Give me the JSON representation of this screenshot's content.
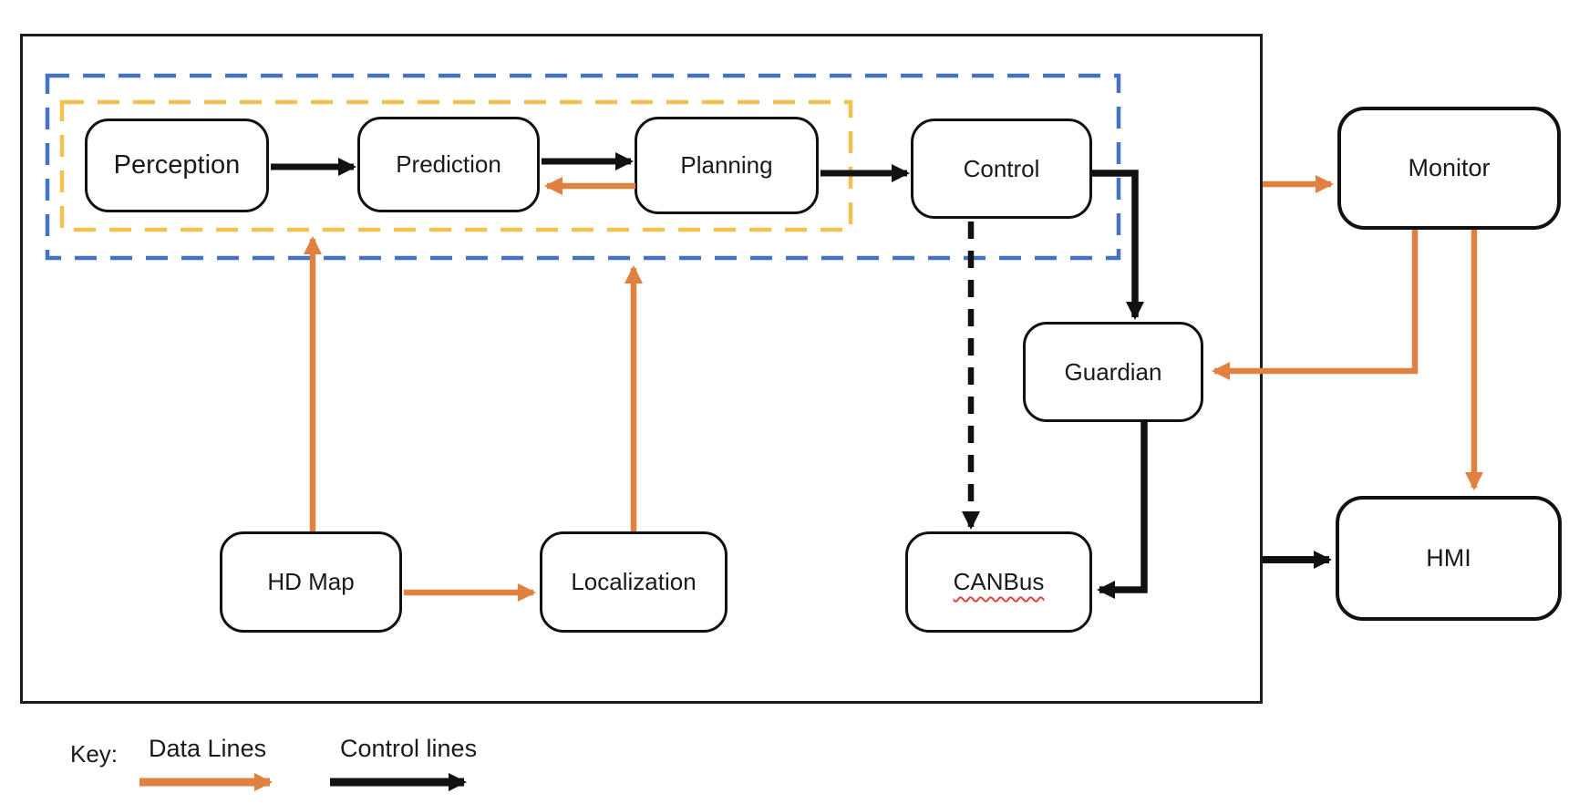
{
  "nodes": {
    "perception": {
      "label": "Perception"
    },
    "prediction": {
      "label": "Prediction"
    },
    "planning": {
      "label": "Planning"
    },
    "control": {
      "label": "Control"
    },
    "guardian": {
      "label": "Guardian"
    },
    "canbus": {
      "label": "CANBus"
    },
    "hd_map": {
      "label": "HD Map"
    },
    "localization": {
      "label": "Localization"
    },
    "monitor": {
      "label": "Monitor"
    },
    "hmi": {
      "label": "HMI"
    }
  },
  "key": {
    "title": "Key:",
    "data_lines_label": "Data Lines",
    "control_lines_label": "Control lines"
  },
  "colors": {
    "data_line_orange": "#E08142",
    "control_line_black": "#111111",
    "outer_group_dashed_blue": "#4472C4",
    "inner_group_dashed_yellow": "#F2C14E",
    "spellcheck_red": "#E64040",
    "node_border": "#111111",
    "background": "#FFFFFF"
  },
  "edges": [
    {
      "from": "perception",
      "to": "prediction",
      "type": "control",
      "style": "solid"
    },
    {
      "from": "prediction",
      "to": "planning",
      "type": "control",
      "style": "solid"
    },
    {
      "from": "planning",
      "to": "prediction",
      "type": "data",
      "style": "solid"
    },
    {
      "from": "planning",
      "to": "control",
      "type": "control",
      "style": "solid"
    },
    {
      "from": "control",
      "to": "guardian",
      "type": "control",
      "style": "solid"
    },
    {
      "from": "control",
      "to": "canbus",
      "type": "control",
      "style": "dashed"
    },
    {
      "from": "guardian",
      "to": "canbus",
      "type": "control",
      "style": "solid"
    },
    {
      "from": "hd_map",
      "to": "inner-yellow-group",
      "type": "data",
      "style": "solid"
    },
    {
      "from": "hd_map",
      "to": "localization",
      "type": "data",
      "style": "solid"
    },
    {
      "from": "localization",
      "to": "outer-blue-group",
      "type": "data",
      "style": "solid"
    },
    {
      "from": "system-boundary",
      "to": "monitor",
      "type": "data",
      "style": "solid"
    },
    {
      "from": "monitor",
      "to": "guardian",
      "type": "data",
      "style": "solid"
    },
    {
      "from": "monitor",
      "to": "hmi",
      "type": "data",
      "style": "solid"
    },
    {
      "from": "system-boundary",
      "to": "hmi",
      "type": "control",
      "style": "solid"
    }
  ]
}
